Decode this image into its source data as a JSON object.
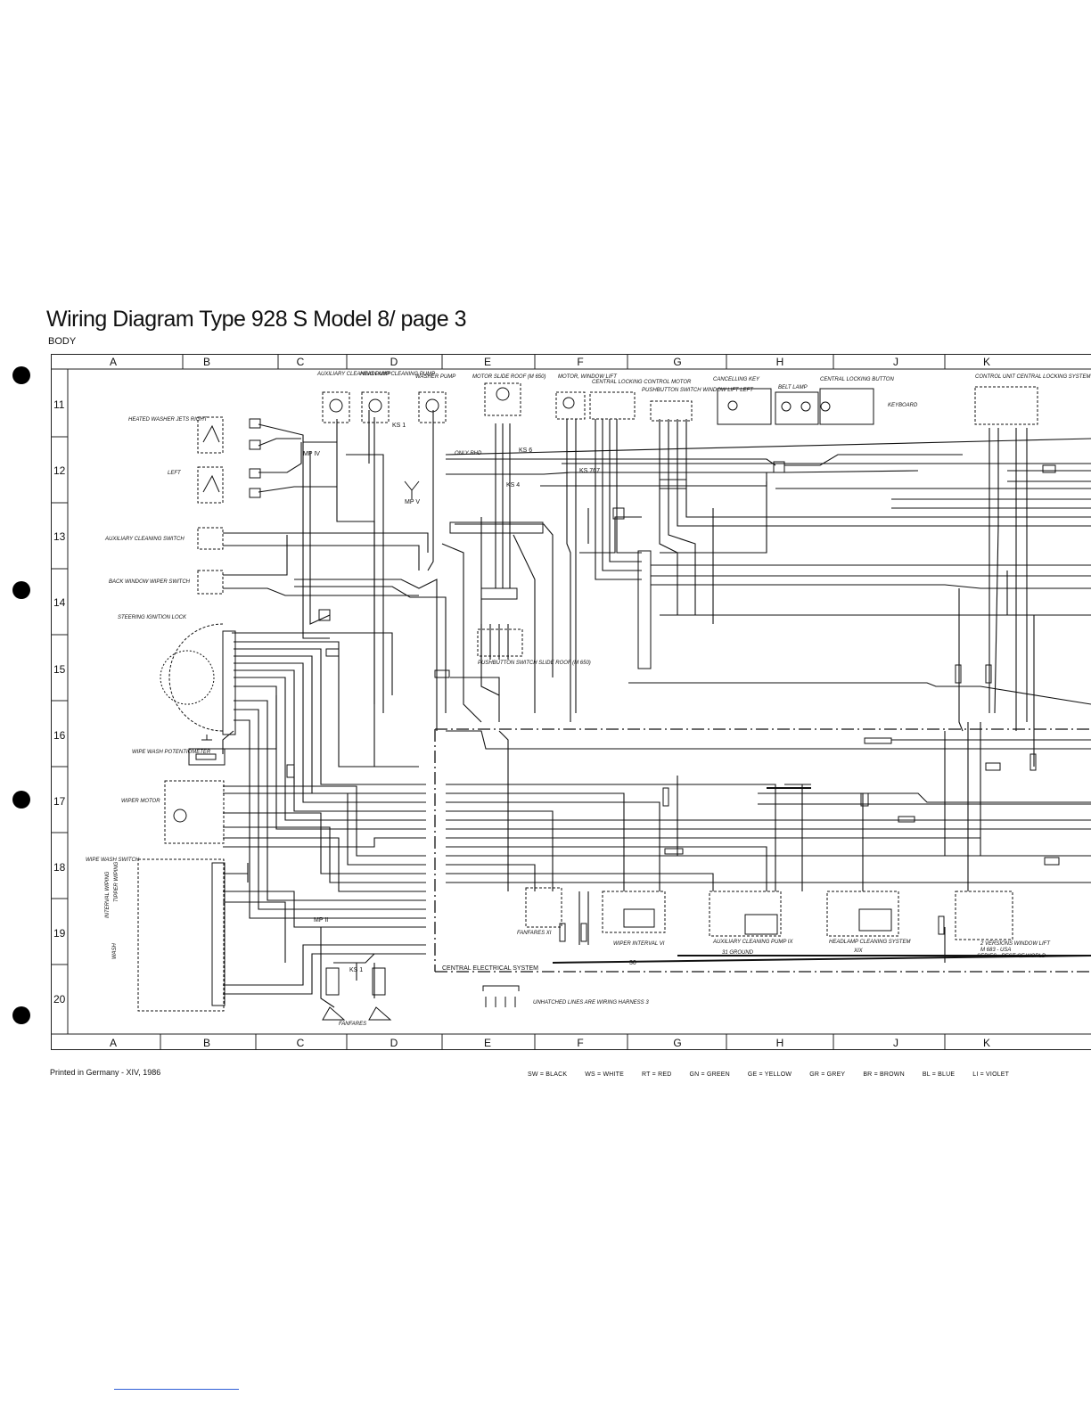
{
  "header": {
    "title": "Wiring Diagram Type 928 S Model 8/ page 3",
    "subtitle": "BODY"
  },
  "grid": {
    "columns": [
      "A",
      "B",
      "C",
      "D",
      "E",
      "F",
      "G",
      "H",
      "J",
      "K"
    ],
    "rows": [
      "11",
      "12",
      "13",
      "14",
      "15",
      "16",
      "17",
      "18",
      "19",
      "20"
    ]
  },
  "components": {
    "aux_cleaning_pump": "AUXILIARY CLEANING PUMP",
    "headlamp_cleaning_pump": "HEADLAMP CLEANING PUMP",
    "washer_pump": "WASHER PUMP",
    "motor_slide_roof": "MOTOR SLIDE ROOF (M 650)",
    "motor_window_lift": "MOTOR, WINDOW LIFT",
    "central_locking_motor": "CENTRAL LOCKING CONTROL MOTOR",
    "pushbutton_window_lift": "PUSHBUTTON SWITCH WINDOW LIFT LEFT",
    "cancelling_key": "CANCELLING KEY",
    "belt_lamp": "BELT LAMP",
    "central_locking_button": "CENTRAL LOCKING BUTTON",
    "keyboard": "KEYBOARD",
    "control_unit": "CONTROL UNIT CENTRAL LOCKING SYSTEM",
    "heated_washer_jets_right": "HEATED WASHER JETS RIGHT",
    "left": "LEFT",
    "aux_cleaning_switch": "AUXILIARY CLEANING SWITCH",
    "back_window_wiper_switch": "BACK WINDOW WIPER SWITCH",
    "steering_ignition_lock": "STEERING IGNITION LOCK",
    "wipe_wash_potentiometer": "WIPE WASH POTENTIOMETER",
    "wiper_motor": "WIPER MOTOR",
    "wipe_wash_switch": "WIPE WASH SWITCH",
    "interval_wiping": "INTERVAL WIPING",
    "tipper_wiping": "TIPPER WIPING",
    "wash": "WASH",
    "fanfares": "FANFARES",
    "fanfares_xi": "FANFARES XI",
    "pushbutton_slide_roof": "PUSHBUTTON SWITCH SLIDE ROOF (M 650)",
    "only_rhd": "ONLY RHD",
    "wiper_interval": "WIPER INTERVAL VI",
    "aux_cleaning_pump_ix": "AUXILIARY CLEANING PUMP IX",
    "ground_31": "31 GROUND",
    "headlamp_cleaning_sys": "HEADLAMP CLEANING SYSTEM",
    "xix": "XIX",
    "window_lift_versions": "2 VERSIONS WINDOW LIFT",
    "m683_usa": "M 683 - USA",
    "series_rest": "SERIES - REST OF WORLD",
    "central_electrical_system": "CENTRAL ELECTRICAL SYSTEM",
    "unhatched_note": "UNHATCHED LINES ARE WIRING HARNESS 3",
    "label_30": "30",
    "mp_iv": "MP IV",
    "mp_v": "MP V",
    "mp_ii": "MP II",
    "ks1": "KS 1",
    "ks4": "KS 4",
    "ks6": "KS 6",
    "ks767": "KS 767"
  },
  "footer": {
    "printed": "Printed in Germany - XIV, 1986",
    "legend": [
      "SW = BLACK",
      "WS = WHITE",
      "RT = RED",
      "GN = GREEN",
      "GE = YELLOW",
      "GR = GREY",
      "BR = BROWN",
      "BL = BLUE",
      "LI = VIOLET"
    ]
  }
}
